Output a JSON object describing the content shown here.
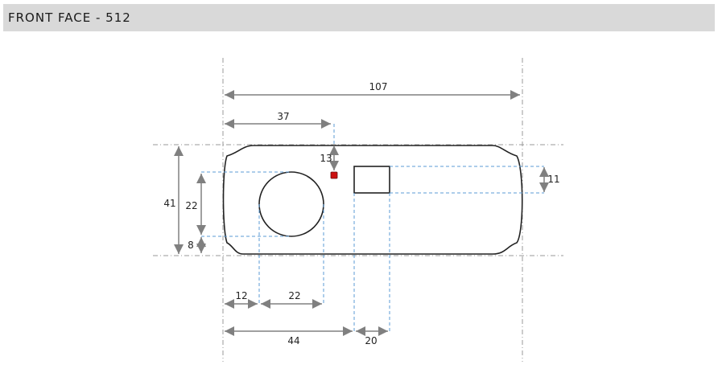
{
  "header": {
    "title": "FRONT FACE - 512"
  },
  "dimensions": {
    "overall_width": "107",
    "to_led": "37",
    "led_top": "13",
    "height": "41",
    "lens_diameter": "22",
    "lens_bottom": "8",
    "window_height": "11",
    "lens_left": "12",
    "lens_width": "22",
    "window_left": "44",
    "window_width": "20"
  },
  "colors": {
    "outline": "#222222",
    "dimension_line": "#808080",
    "guide_line": "#5b9bd5",
    "center_line": "#999999",
    "led": "#cc1111"
  }
}
